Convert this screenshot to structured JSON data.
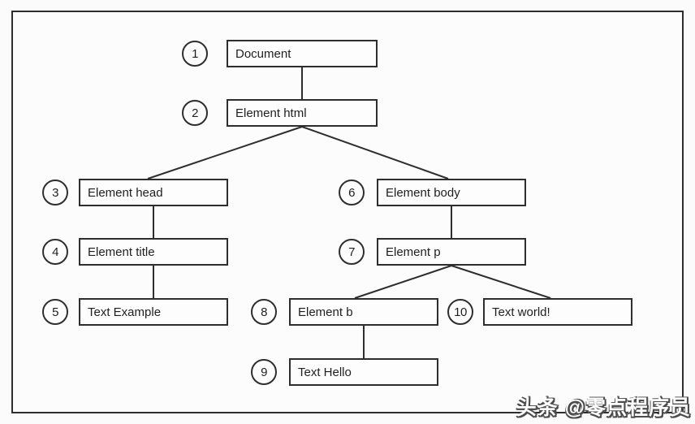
{
  "diagram": {
    "nodes": [
      {
        "num": "1",
        "label": "Document"
      },
      {
        "num": "2",
        "label": "Element html"
      },
      {
        "num": "3",
        "label": "Element head"
      },
      {
        "num": "4",
        "label": "Element title"
      },
      {
        "num": "5",
        "label": "Text Example"
      },
      {
        "num": "6",
        "label": "Element body"
      },
      {
        "num": "7",
        "label": "Element p"
      },
      {
        "num": "8",
        "label": "Element b"
      },
      {
        "num": "9",
        "label": "Text Hello"
      },
      {
        "num": "10",
        "label": "Text world!"
      }
    ],
    "edges": [
      "Document-Element html",
      "Element html-Element head",
      "Element html-Element body",
      "Element head-Element title",
      "Element title-Text Example",
      "Element body-Element p",
      "Element p-Element b",
      "Element p-Text world!",
      "Element b-Text Hello"
    ]
  },
  "watermark": "头条 @零点程序员",
  "colors": {
    "stroke": "#2e2e2e",
    "background": "#fbfbfb",
    "box_fill": "#fdfdfd",
    "text": "#1f1f1f",
    "watermark_fill": "#ffffff",
    "watermark_outline": "#4b4b4b"
  }
}
